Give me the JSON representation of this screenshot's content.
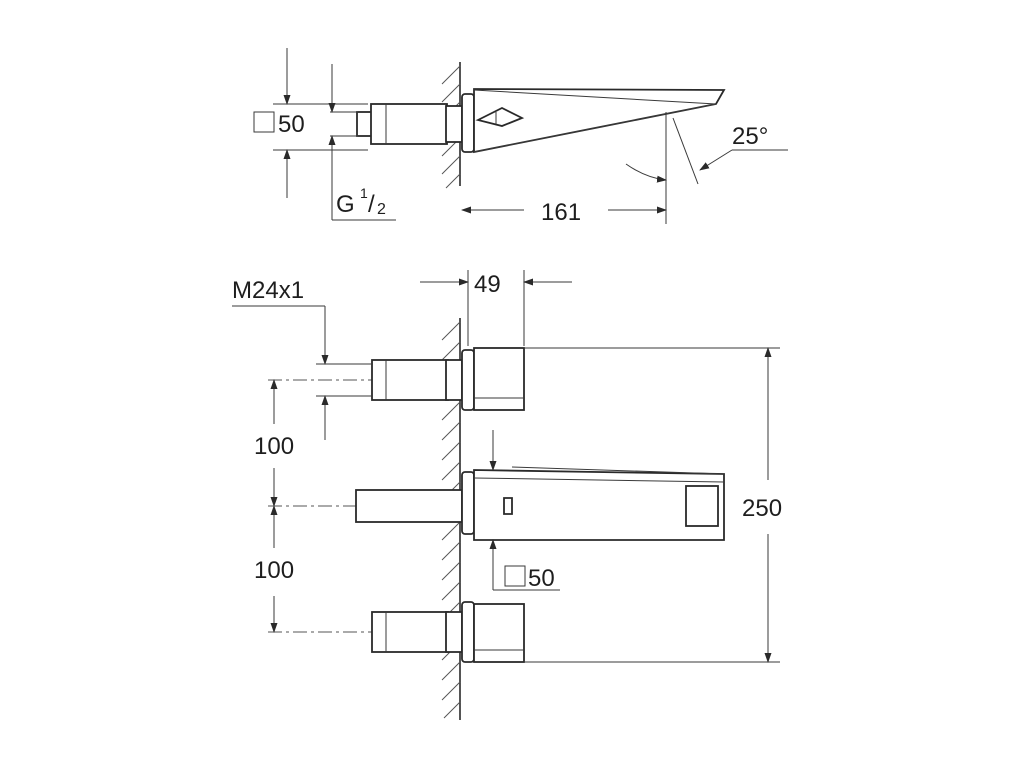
{
  "dimensions": {
    "top_square_size": "50",
    "thread_label": "G",
    "thread_fraction_num": "1",
    "thread_fraction_den": "2",
    "spout_length": "161",
    "spout_angle": "25°",
    "front_depth": "49",
    "handle_thread": "M24x1",
    "spacing_upper": "100",
    "spacing_lower": "100",
    "total_height": "250",
    "front_square_size": "50"
  }
}
